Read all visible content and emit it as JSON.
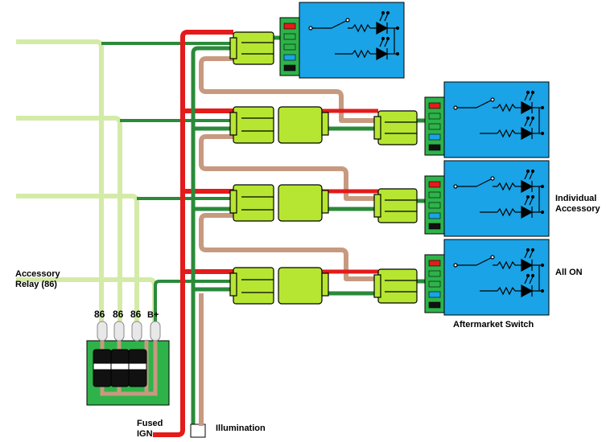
{
  "labels": {
    "accessory_relay_line1": "Accessory",
    "accessory_relay_line2": "Relay (86)",
    "fused_ign_line1": "Fused",
    "fused_ign_line2": "IGN",
    "illumination": "Illumination",
    "individual_line1": "Individual",
    "individual_line2": "Accessory",
    "all_on": "All ON",
    "aftermarket_switch": "Aftermarket Switch"
  },
  "relay_pins": [
    "86",
    "86",
    "86",
    "B+"
  ],
  "colors": {
    "red_wire": "#e31b1b",
    "green_wire": "#2a8a3a",
    "tan_wire": "#c79a80",
    "light_green_wire": "#d4eba8",
    "connector": "#b6e632",
    "switch_panel": "#1aa3e6",
    "relay_board": "#2eb34a"
  },
  "pin_strip_colors": [
    "#e31b1b",
    "#2eb34a",
    "#2eb34a",
    "#1aa3e6",
    "#111111"
  ],
  "icons": [
    "rocker-switch-icon",
    "resistor-icon",
    "led-icon",
    "relay-icon",
    "connector-icon"
  ]
}
